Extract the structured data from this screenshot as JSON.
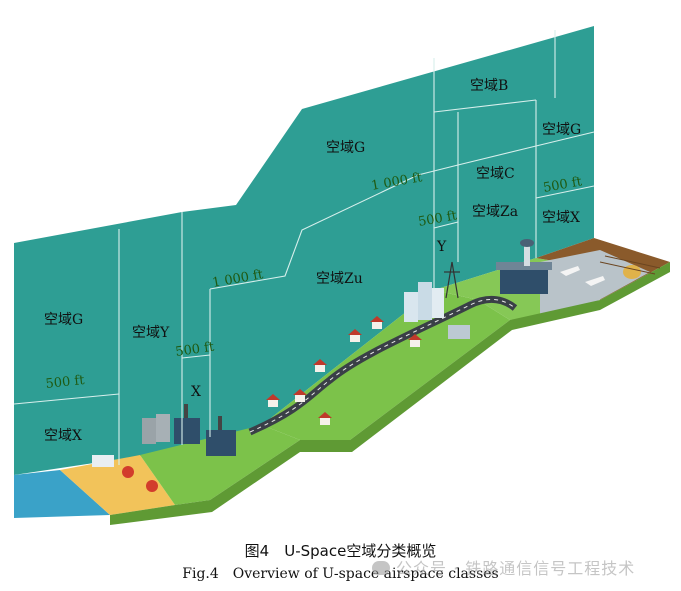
{
  "figure": {
    "zones": {
      "g_left": "空域G",
      "y": "空域Y",
      "x_left": "空域X",
      "g_mid": "空域G",
      "zu": "空域Zu",
      "b": "空域B",
      "c": "空域C",
      "za": "空域Za",
      "g_right": "空域G",
      "x_right": "空域X"
    },
    "altitudes": {
      "left_500": "500 ft",
      "mid_500": "500 ft",
      "mid_1000": "1 000 ft",
      "right_1000": "1 000 ft",
      "y_500": "500 ft",
      "right_500": "500 ft"
    },
    "markers": {
      "x": "X",
      "y": "Y"
    },
    "colors": {
      "wall": "#2e9e94",
      "wall_line": "#d7efec",
      "grass": "#7cc24a",
      "sand": "#f2c35a",
      "water": "#3aa2c8",
      "road": "#3a3f47",
      "soil": "#8a5a2b"
    }
  },
  "caption": {
    "cn": "图4　U-Space空域分类概览",
    "en": "Fig.4　Overview of U-space airspace classes"
  },
  "watermark": "公众号 · 铁路通信信号工程技术"
}
